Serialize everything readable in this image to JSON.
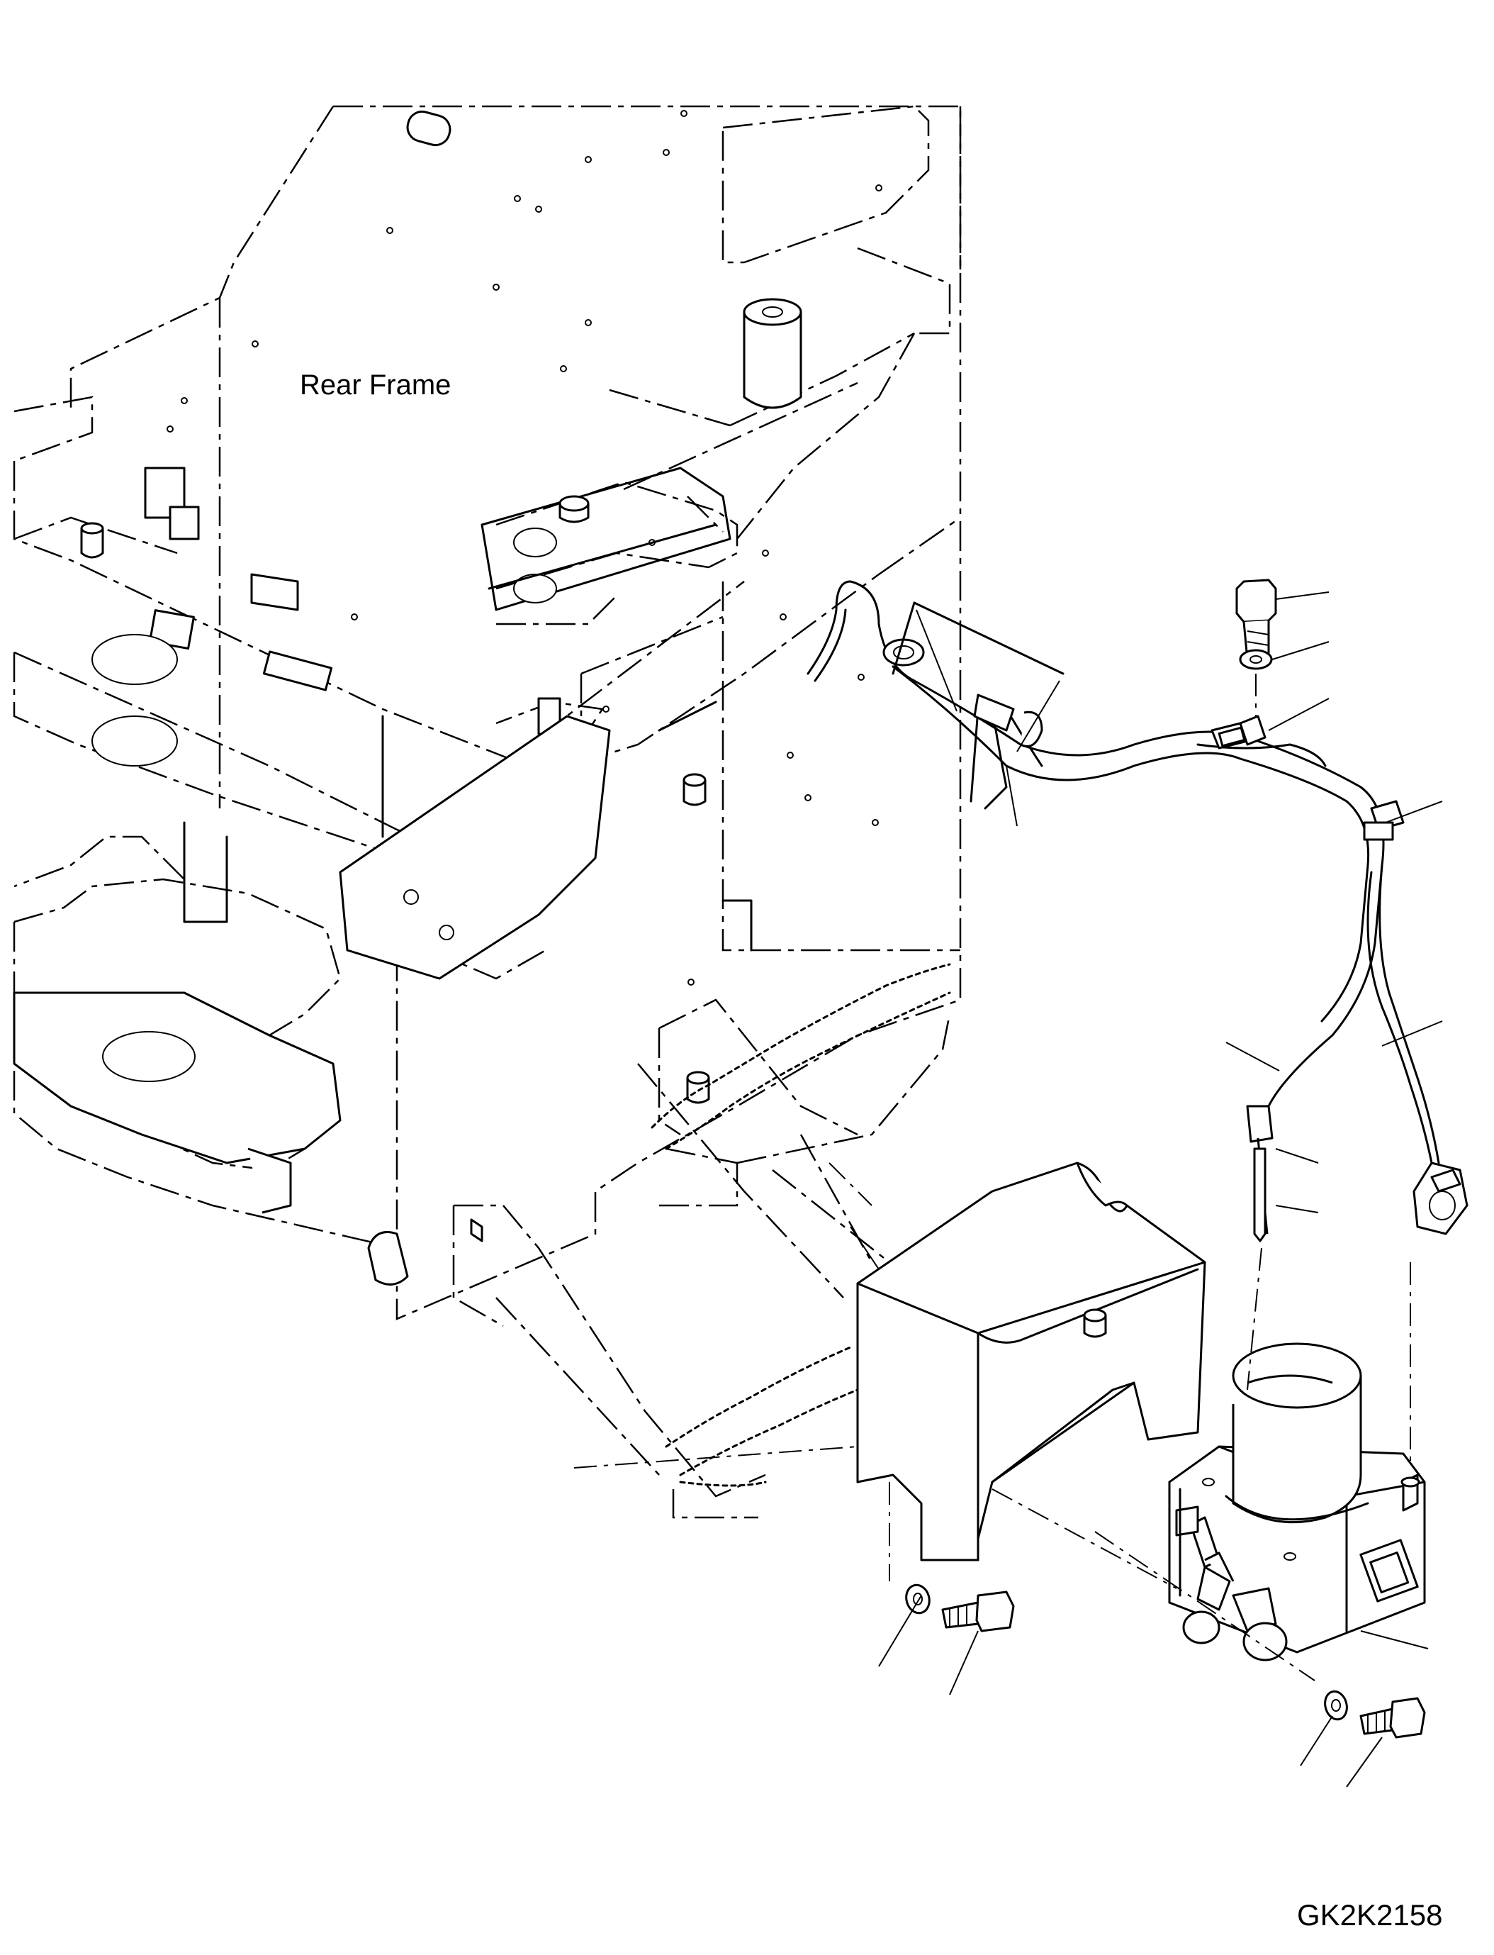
{
  "diagram": {
    "frame_label": "Rear Frame",
    "drawing_number": "GK2K2158"
  },
  "parts": [
    {
      "name": "wiring-harness"
    },
    {
      "name": "hex-bolt"
    },
    {
      "name": "washer"
    },
    {
      "name": "wire-clamp"
    },
    {
      "name": "cover-plate"
    },
    {
      "name": "connector-plug"
    },
    {
      "name": "lube-pump-unit"
    }
  ]
}
